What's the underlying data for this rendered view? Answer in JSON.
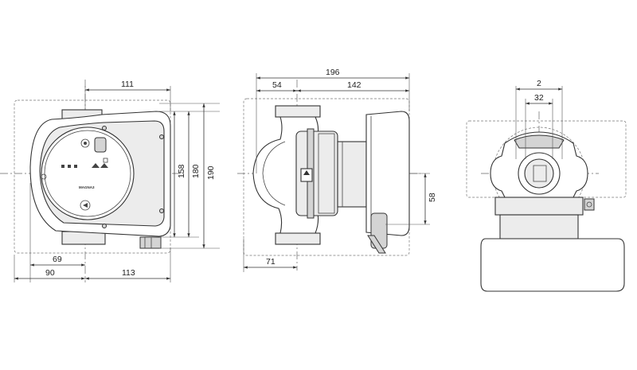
{
  "dimensions": {
    "front": {
      "width_top": "111",
      "height_inner": "158",
      "height_mid": "180",
      "height_outer": "190",
      "left_offset": "69",
      "left_width": "90",
      "right_width": "113"
    },
    "side": {
      "overall_length": "196",
      "flange_to_axis": "54",
      "axis_to_back": "142",
      "axis_height": "58",
      "bottom_offset": "71"
    },
    "end": {
      "outer_width": "2",
      "inner_width": "32"
    }
  },
  "pump_face": {
    "brand_label": "MAGNA3"
  }
}
